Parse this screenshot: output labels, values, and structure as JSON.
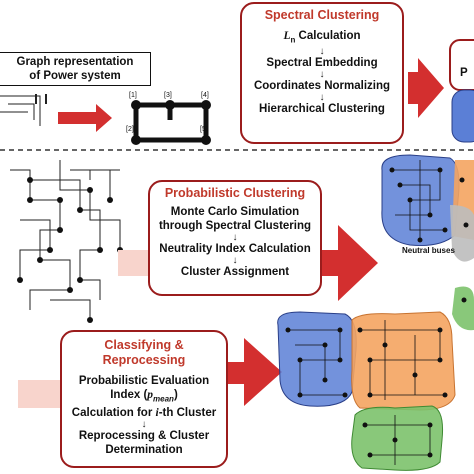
{
  "top": {
    "graph_box": {
      "line1": "Graph representation",
      "line2": "of Power system"
    },
    "node_labels": [
      "[1]",
      "[2]",
      "[3]",
      "[4]",
      "[5]"
    ],
    "spectral": {
      "title": "Spectral Clustering",
      "steps": [
        "Ln Calculation",
        "Spectral Embedding",
        "Coordinates Normalizing",
        "Hierarchical Clustering"
      ],
      "ln_symbol": "L",
      "ln_sub": "n",
      "ln_rest": " Calculation"
    },
    "partial_label": "P"
  },
  "middle": {
    "probabilistic": {
      "title": "Probabilistic Clustering",
      "steps": [
        "Monte Carlo Simulation",
        "through Spectral Clustering",
        "Neutrality Index Calculation",
        "Cluster Assignment"
      ]
    },
    "neutral_label": "Neutral buses"
  },
  "bottom": {
    "classify": {
      "title1": "Classifying &",
      "title2": "Reprocessing",
      "line1": "Probabilistic Evaluation",
      "line2_pre": "Index (",
      "line2_p": "p",
      "line2_sub": "mean",
      "line2_post": ")",
      "line3_pre": "Calculation for ",
      "line3_i": "i",
      "line3_post": "-th Cluster",
      "line4": "Reprocessing & Cluster",
      "line5": "Determination"
    }
  },
  "colors": {
    "accent": "#c0392b",
    "border": "#9b1c1c",
    "blue": "#5b7fd6",
    "orange": "#f4a460",
    "green": "#7cc26b",
    "gray": "#bdbdbd"
  }
}
